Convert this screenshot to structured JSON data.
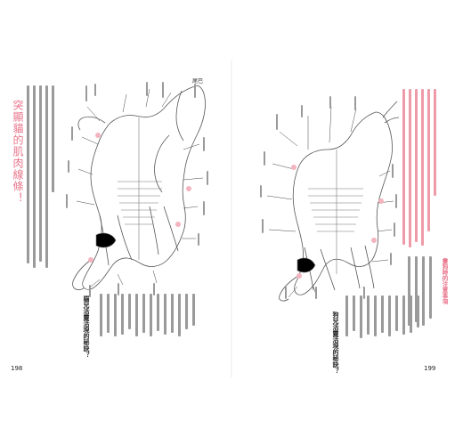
{
  "pages": {
    "left": {
      "page_number": "198",
      "title": "突顯貓的肌肉線條！",
      "subhead": "貓兒活靈活現的秘訣？",
      "corner_label": "尾巴"
    },
    "right": {
      "page_number": "199",
      "subhead": "狗兒活靈活現的秘訣？",
      "pink_heading": "畫狗時的注意事項"
    }
  },
  "colors": {
    "accent_pink": "#e8748a",
    "text": "#333333",
    "line": "#555555"
  }
}
